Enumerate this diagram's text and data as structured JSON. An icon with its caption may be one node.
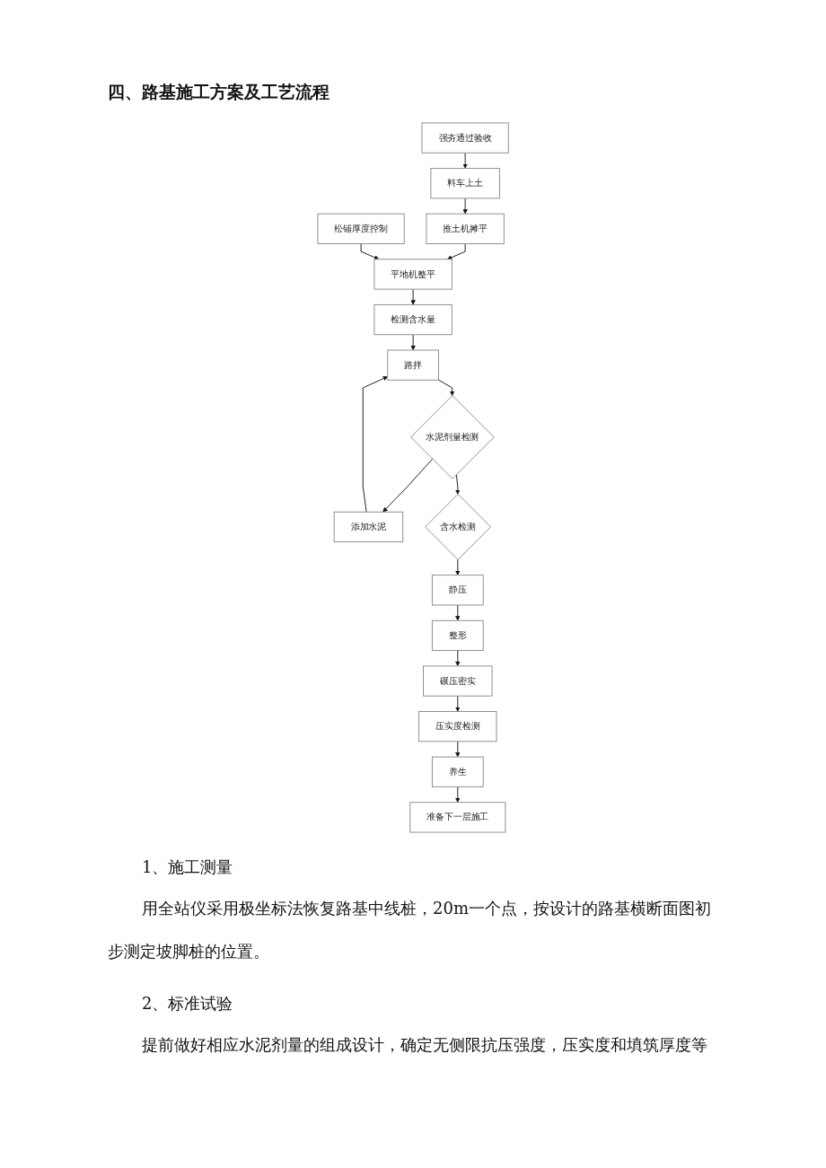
{
  "diagram": {
    "title": "四、路基施工方案及工艺流程",
    "nodes": [
      {
        "text": [
          "强夯通过验收"
        ]
      },
      {
        "text": [
          "料车上土"
        ]
      },
      {
        "text": [
          "推土机摊平"
        ]
      },
      {
        "text": [
          "平地机整平"
        ]
      },
      {
        "text": [
          "松铺厚度控制"
        ]
      },
      {
        "text": [
          "检测含水量"
        ]
      },
      {
        "text": [
          "添加水泥"
        ]
      },
      {
        "text": [
          "路拌"
        ]
      },
      {
        "text": [
          "水泥剂量检测"
        ]
      },
      {
        "text": [
          "含水检测"
        ]
      },
      {
        "text": [
          "静压"
        ]
      },
      {
        "text": [
          "整形"
        ]
      },
      {
        "text": [
          "碾压密实"
        ]
      },
      {
        "text": [
          "压实度检测"
        ]
      },
      {
        "text": [
          "养生"
        ]
      },
      {
        "text": [
          "准备下一层施工"
        ]
      }
    ],
    "edges": [
      {
        "from": 0,
        "to": 1,
        "arrow": "to"
      },
      {
        "from": 1,
        "to": 2,
        "arrow": "to"
      },
      {
        "from": 2,
        "to": 3,
        "arrow": "to"
      },
      {
        "from": 4,
        "to": 3,
        "arrow": "to"
      },
      {
        "from": 3,
        "to": 5,
        "arrow": "to"
      },
      {
        "from": 5,
        "to": 7,
        "arrow": "to"
      },
      {
        "from": 6,
        "to": 7,
        "arrow": "to"
      },
      {
        "from": 7,
        "to": 8,
        "arrow": "to"
      },
      {
        "from": 8,
        "to": 6,
        "arrow": "to"
      },
      {
        "from": 8,
        "to": 9,
        "arrow": "to"
      },
      {
        "from": 9,
        "to": 10,
        "arrow": "to"
      },
      {
        "from": 10,
        "to": 11,
        "arrow": "to"
      },
      {
        "from": 11,
        "to": 12,
        "arrow": "to"
      },
      {
        "from": 12,
        "to": 13,
        "arrow": "to"
      },
      {
        "from": 13,
        "to": 14,
        "arrow": "to"
      },
      {
        "from": 14,
        "to": 15,
        "arrow": "to"
      }
    ],
    "labels": [
      "1、施工测量",
      "用全站仪采用极坐标法恢复路基中线桩，20m一个点，按设计的路基横断面图初步测定坡脚桩的位置。",
      "2、标准试验",
      "提前做好相应水泥剂量的组成设计，确定无侧限抗压强度，压实度和填筑厚度等"
    ]
  }
}
